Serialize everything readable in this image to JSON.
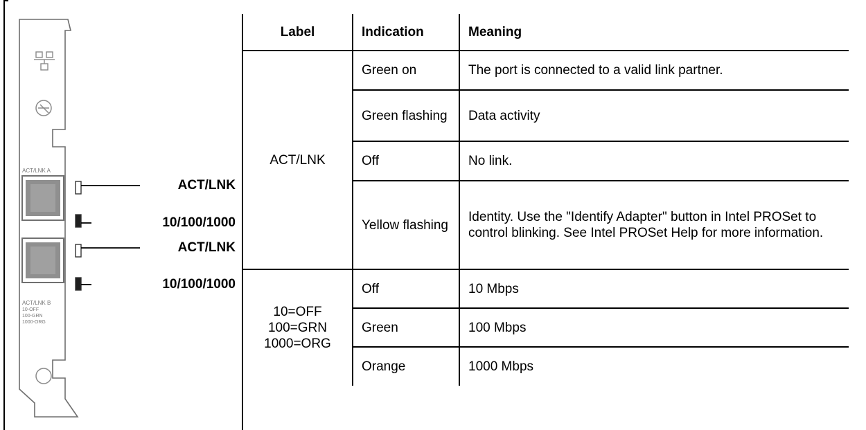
{
  "bracket": {
    "upper_port_label": "ACT/LNK A",
    "lower_port_labels": [
      "ACT/LNK B",
      "10-OFF",
      "100-GRN",
      "1000-ORG"
    ],
    "callouts": [
      "ACT/LNK",
      "10/100/1000",
      "ACT/LNK",
      "10/100/1000"
    ]
  },
  "table": {
    "headers": {
      "label": "Label",
      "indication": "Indication",
      "meaning": "Meaning"
    },
    "groups": [
      {
        "label": "ACT/LNK",
        "rows": [
          {
            "indication": "Green on",
            "meaning": "The port is connected to a valid link partner."
          },
          {
            "indication": "Green flashing",
            "meaning": "Data activity"
          },
          {
            "indication": "Off",
            "meaning": "No link."
          },
          {
            "indication": "Yellow flashing",
            "meaning": "Identity. Use the \"Identify Adapter\" button in Intel PROSet to control blinking. See Intel PROSet Help for more information."
          }
        ]
      },
      {
        "label_lines": [
          "10=OFF",
          "100=GRN",
          "1000=ORG"
        ],
        "rows": [
          {
            "indication": "Off",
            "meaning": "10 Mbps"
          },
          {
            "indication": "Green",
            "meaning": "100 Mbps"
          },
          {
            "indication": "Orange",
            "meaning": "1000 Mbps"
          }
        ]
      }
    ]
  }
}
